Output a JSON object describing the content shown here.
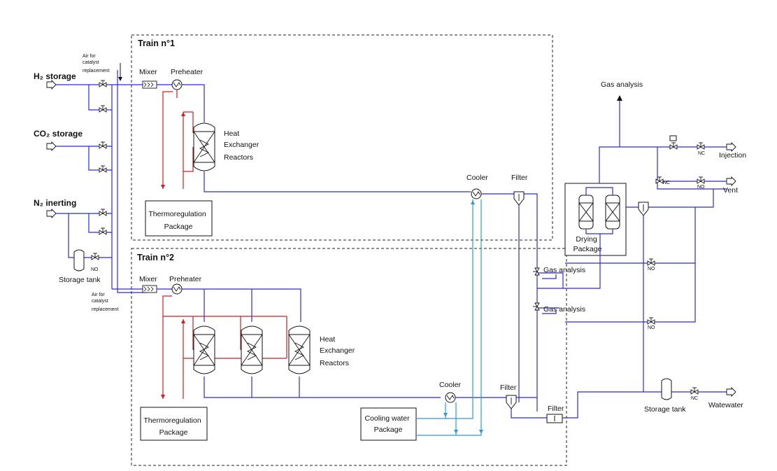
{
  "trains": {
    "train1": "Train n°1",
    "train2": "Train n°2"
  },
  "inlets": {
    "h2": "H₂ storage",
    "co2": "CO₂ storage",
    "n2": "N₂ inerting"
  },
  "air_note": [
    "Air for",
    "catalyst",
    "replacement"
  ],
  "equipment": {
    "mixer": "Mixer",
    "preheater": "Preheater",
    "heat_exchanger": [
      "Heat",
      "Exchanger",
      "Reactors"
    ],
    "thermo": [
      "Thermoregulation",
      "Package"
    ],
    "cooler": "Cooler",
    "filter": "Filter",
    "cooling_water": [
      "Cooling water",
      "Package"
    ],
    "drying": [
      "Drying",
      "Package"
    ],
    "storage_tank": "Storage tank"
  },
  "outlets": {
    "gas_analysis": "Gas analysis",
    "injection": "Injection",
    "vent": "Vent",
    "wastewater": "Watewater"
  },
  "valve_states": {
    "no": "NO",
    "nc": "NC"
  },
  "colors": {
    "process_line": "#2b2bd6",
    "thermal_line": "#cc1f1f",
    "cooling_line": "#2a9be0",
    "outline": "#111111"
  }
}
